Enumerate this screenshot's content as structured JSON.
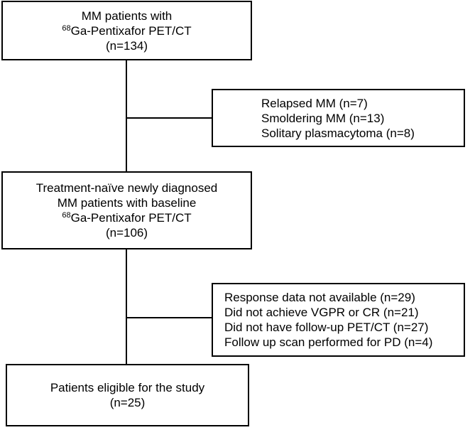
{
  "box1": {
    "line1": "MM patients with",
    "line2_sup": "68",
    "line2_text": "Ga-Pentixafor PET/CT",
    "line3": "(n=134)"
  },
  "excl1": {
    "items": [
      "Relapsed MM (n=7)",
      "Smoldering MM (n=13)",
      "Solitary plasmacytoma (n=8)"
    ]
  },
  "box2": {
    "line1": "Treatment-naïve newly diagnosed",
    "line2": "MM patients with baseline",
    "line3_sup": "68",
    "line3_text": "Ga-Pentixafor PET/CT",
    "line4": "(n=106)"
  },
  "excl2": {
    "items": [
      "Response data not available (n=29)",
      "Did not achieve VGPR or CR (n=21)",
      "Did not have follow-up PET/CT (n=27)",
      "Follow up scan performed for PD (n=4)"
    ]
  },
  "box3": {
    "line1": "Patients eligible for the study",
    "line2": "(n=25)"
  }
}
